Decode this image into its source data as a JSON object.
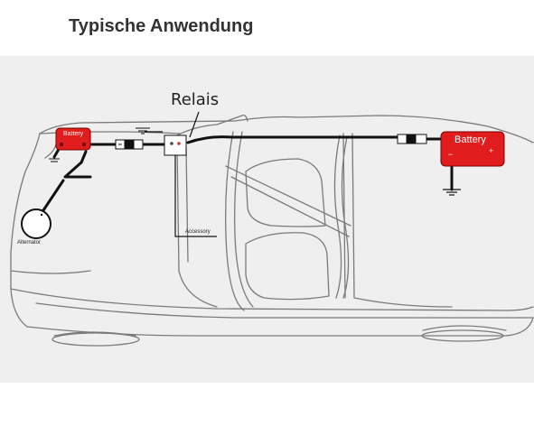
{
  "page": {
    "title": "Typische Anwendung"
  },
  "labels": {
    "relay": "Relais",
    "accessory": "Accessory",
    "alternator": "Alternator",
    "battery_small": "Battery",
    "battery_large": "Battery"
  },
  "colors": {
    "battery_fill": "#e01c1c",
    "wire": "#111111",
    "car_outline": "#7a7a7a",
    "panel_background": "#efefef"
  }
}
